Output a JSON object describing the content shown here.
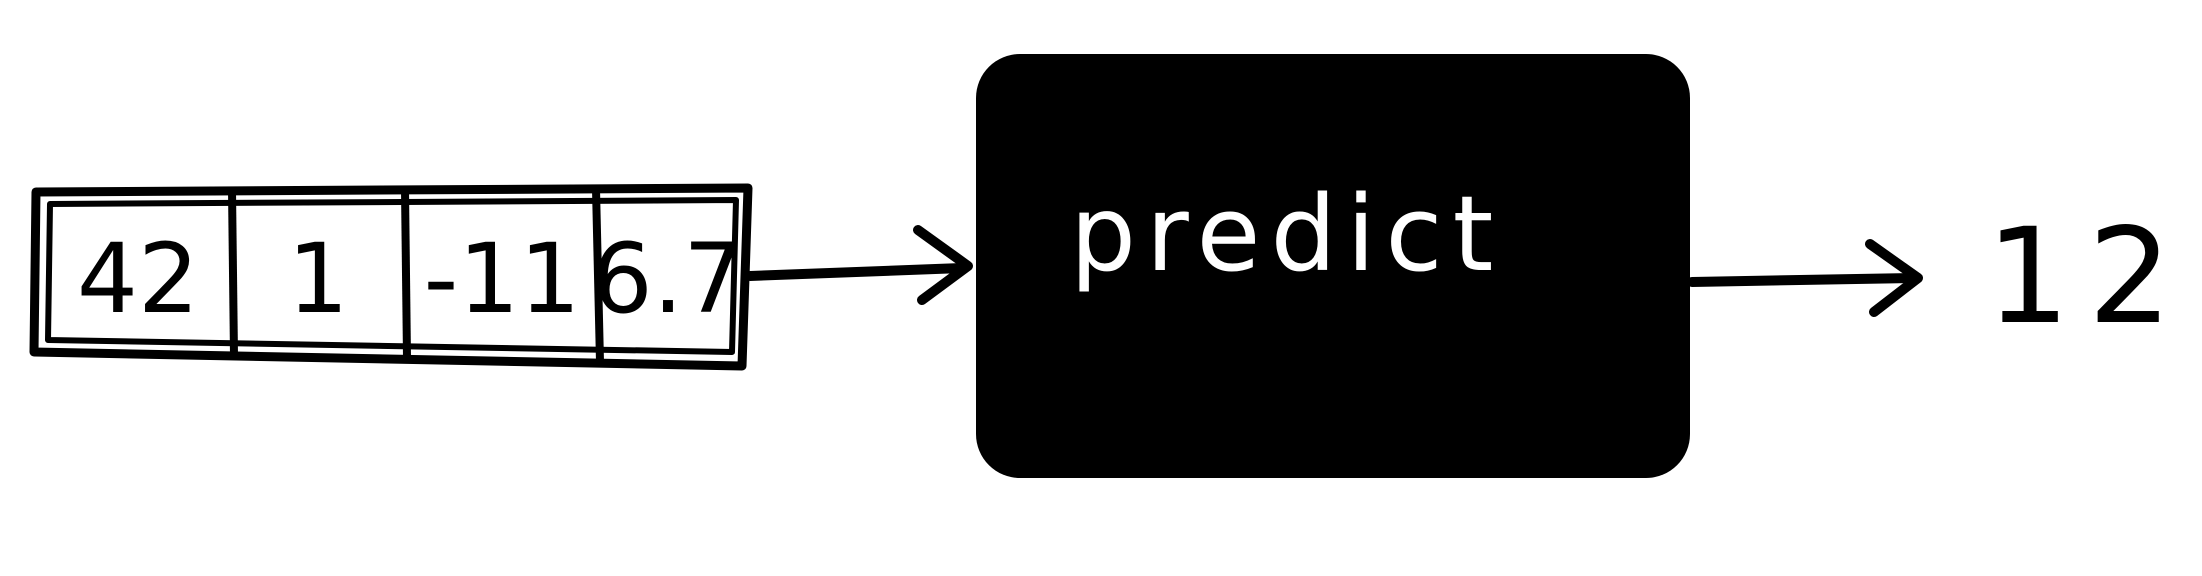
{
  "input_array": {
    "cells": [
      "42",
      "1",
      "-11",
      "6.7"
    ]
  },
  "model_box": {
    "label": "predict"
  },
  "output": {
    "value": "12"
  }
}
